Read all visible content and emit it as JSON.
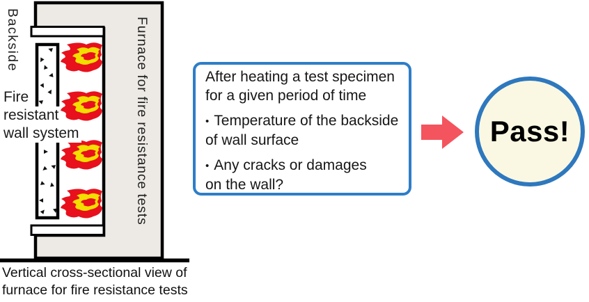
{
  "colors": {
    "furnace_fill": "#edeae5",
    "outline": "#000000",
    "flame_red": "#e8101c",
    "flame_yellow": "#f2de00",
    "arrow_red": "#f4545e",
    "callout_border": "#2e7ec8",
    "circle_border": "#2e78be",
    "circle_fill": "#faf8e2",
    "text": "#1a1a1a"
  },
  "furnace": {
    "backside_label": "Backside",
    "wall_label_lines": [
      "Fire",
      "resistant",
      "wall system"
    ],
    "furnace_label": "Furnace for fire resistance tests",
    "caption_lines": [
      "Vertical cross-sectional view of",
      "furnace for fire resistance tests"
    ]
  },
  "callout": {
    "bullet_char": "•",
    "intro_lines": [
      "After heating a test specimen",
      "for a given period of time"
    ],
    "bullets": [
      {
        "first_line": "Temperature of the backside",
        "wrap_line": "of wall surface"
      },
      {
        "first_line": "Any cracks or damages",
        "wrap_line": "on the wall?"
      }
    ]
  },
  "result": {
    "label": "Pass!"
  }
}
